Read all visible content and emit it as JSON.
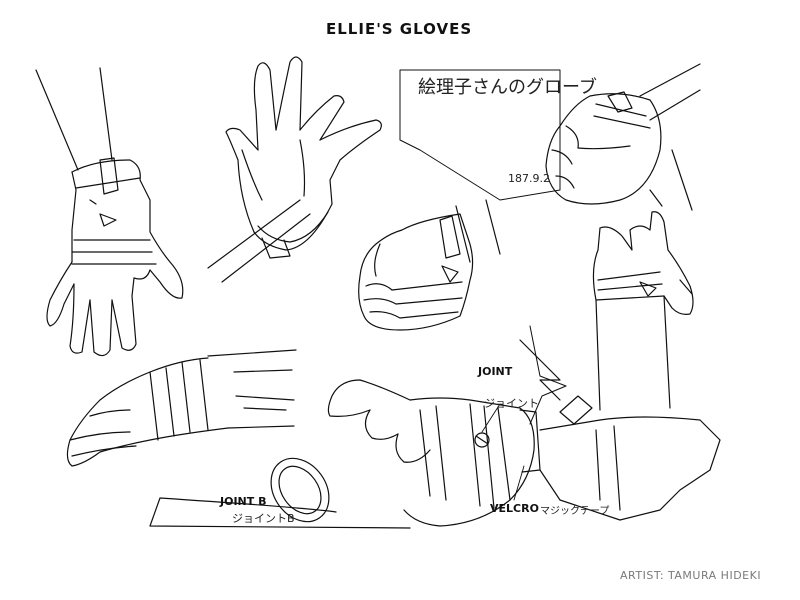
{
  "sheet": {
    "title": "ELLIE'S GLOVES",
    "japanese_title": "絵理子さんのグローブ",
    "signature": "187.9.2",
    "artist_credit": "ARTIST: TAMURA HIDEKI",
    "line_color": "#111111",
    "background": "#ffffff",
    "credit_color": "#7a7a7a"
  },
  "annotations": {
    "joint": "JOINT",
    "joint_jp": "ジョイント",
    "joint_b": "JOINT B",
    "joint_b_jp": "ジョイントB",
    "velcro": "VELCRO",
    "velcro_jp": "マジックテープ"
  }
}
